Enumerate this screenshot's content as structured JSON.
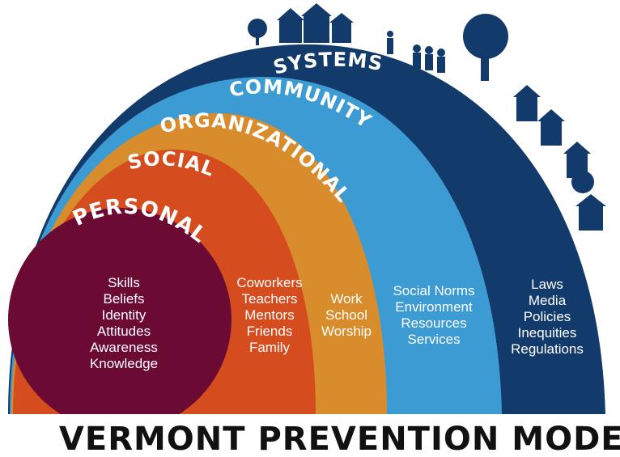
{
  "title": "VERMONT PREVENTION MODEL",
  "levels": [
    {
      "name": "SYSTEMS",
      "color": "#123a6b",
      "items": [
        "Laws",
        "Media",
        "Policies",
        "Inequities",
        "Regulations"
      ]
    },
    {
      "name": "COMMUNITY",
      "color": "#3d9bd3",
      "items": [
        "Social Norms",
        "Environment",
        "Resources",
        "Services"
      ]
    },
    {
      "name": "ORGANIZATIONAL",
      "color": "#d98c2c",
      "items": [
        "Work",
        "School",
        "Worship"
      ]
    },
    {
      "name": "SOCIAL",
      "color": "#d54c1f",
      "items": [
        "Coworkers",
        "Teachers",
        "Mentors",
        "Friends",
        "Family"
      ]
    },
    {
      "name": "PERSONAL",
      "color": "#6b0a33",
      "items": [
        "Skills",
        "Beliefs",
        "Identity",
        "Attitudes",
        "Awareness",
        "Knowledge"
      ]
    }
  ],
  "icons": [
    "houses-icon",
    "tree-icon",
    "people-icon",
    "walking-person-icon",
    "school-icon"
  ]
}
